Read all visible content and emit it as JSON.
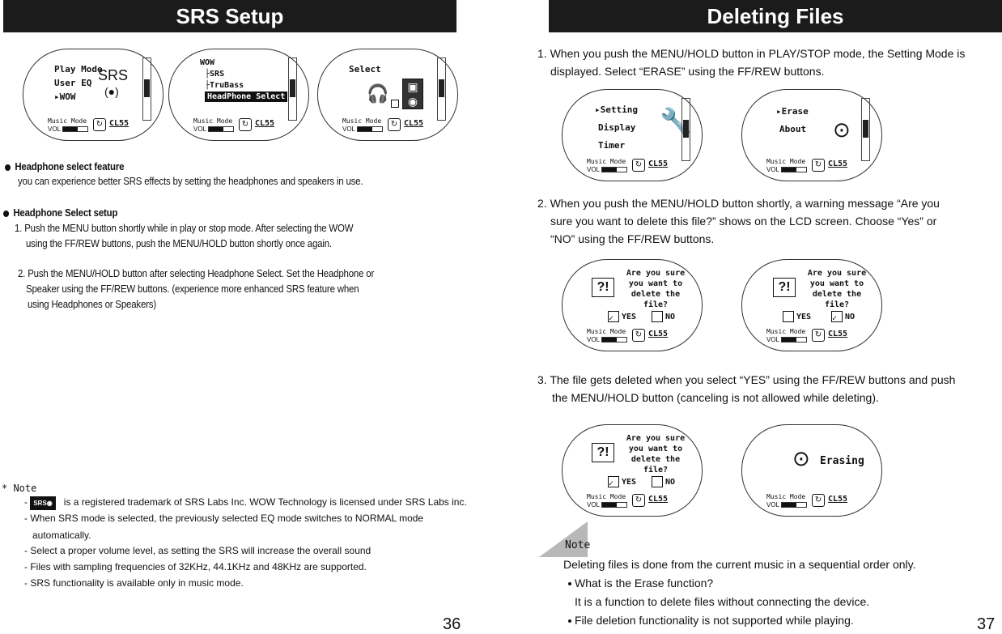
{
  "left": {
    "title": "SRS Setup",
    "lcd1": {
      "lines": [
        "Play Mode",
        "User EQ",
        "WOW"
      ],
      "badge": "SRS"
    },
    "lcd2": {
      "lines": [
        "WOW",
        "SRS",
        "TruBass",
        "HeadPhone Select"
      ]
    },
    "lcd3": {
      "lines": [
        "Select"
      ]
    },
    "lcd_common": {
      "mode": "Music Mode",
      "vol": "VOL",
      "cl": "CL55"
    },
    "feature_head": "Headphone select feature",
    "feature_body": "you can experience better SRS effects by setting the headphones and speakers in use.",
    "setup_head": "Headphone Select setup",
    "setup_1a": "1. Push the MENU button shortly while in play or stop mode. After selecting the WOW",
    "setup_1b": "using the FF/REW buttons, push the MENU/HOLD button shortly once again.",
    "setup_2a": "2. Push the MENU/HOLD button after selecting Headphone Select. Set the Headphone or",
    "setup_2b": "Speaker using the FF/REW buttons. (experience more enhanced SRS feature when",
    "setup_2c": "using Headphones or Speakers)",
    "note_label": "Note",
    "note_1": "is a registered trademark of SRS Labs Inc.  WOW Technology is licensed under SRS Labs inc.",
    "note_2a": "-   When SRS mode is selected, the previously selected EQ mode switches to NORMAL mode",
    "note_2b": "automatically.",
    "note_3": "-  Select a proper volume level, as setting the SRS will increase the overall sound",
    "note_4": "-  Files with sampling frequencies of 32KHz, 44.1KHz and 48KHz are supported.",
    "note_5": "-  SRS functionality is available only in music mode.",
    "page": "36"
  },
  "right": {
    "title": "Deleting Files",
    "step1a": "1. When you push the MENU/HOLD button in PLAY/STOP mode, the Setting Mode is",
    "step1b": "displayed. Select “ERASE” using the FF/REW buttons.",
    "step2a": "2. When you push the MENU/HOLD button shortly, a warning message “Are you",
    "step2b": "sure you want to delete this file?” shows on the LCD screen. Choose “Yes” or",
    "step2c": "“NO” using the FF/REW buttons.",
    "step3a": "3. The file gets deleted when you select “YES” using the FF/REW buttons and push",
    "step3b": "the MENU/HOLD button (canceling is not allowed while deleting).",
    "menu_a": [
      "Setting",
      "Display",
      "Timer"
    ],
    "menu_b": [
      "Erase",
      "About"
    ],
    "ask": [
      "Are you sure",
      "you want to",
      "delete the file?"
    ],
    "yes": "YES",
    "no": "NO",
    "erasing": "Erasing",
    "note_label": "Note",
    "note_1": "Deleting files is done from the current music in a sequential order only.",
    "note_2": "What is the Erase function?",
    "note_3": "It is a function to delete files without connecting the device.",
    "note_4": "File deletion functionality is not supported while playing.",
    "page": "37"
  }
}
